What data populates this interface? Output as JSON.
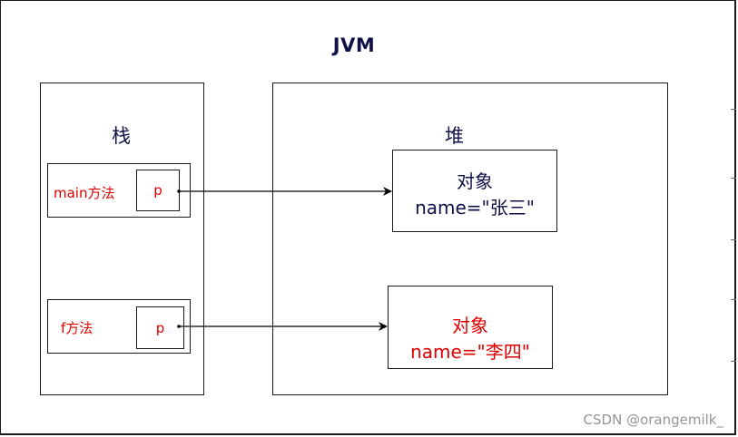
{
  "diagram": {
    "title": "JVM",
    "stack": {
      "label": "栈",
      "frames": [
        {
          "label": "main方法",
          "var": "p"
        },
        {
          "label": "f方法",
          "var": "p"
        }
      ]
    },
    "heap": {
      "label": "堆",
      "objects": [
        {
          "title": "对象",
          "name": "name=\"张三\""
        },
        {
          "title": "对象",
          "name": "name=\"李四\""
        }
      ]
    }
  },
  "watermark": "CSDN @orangemilk_",
  "colors": {
    "border": "#1a1a1a",
    "title_text": "#11114a",
    "highlight": "#e00000",
    "background": "#ffffff"
  }
}
